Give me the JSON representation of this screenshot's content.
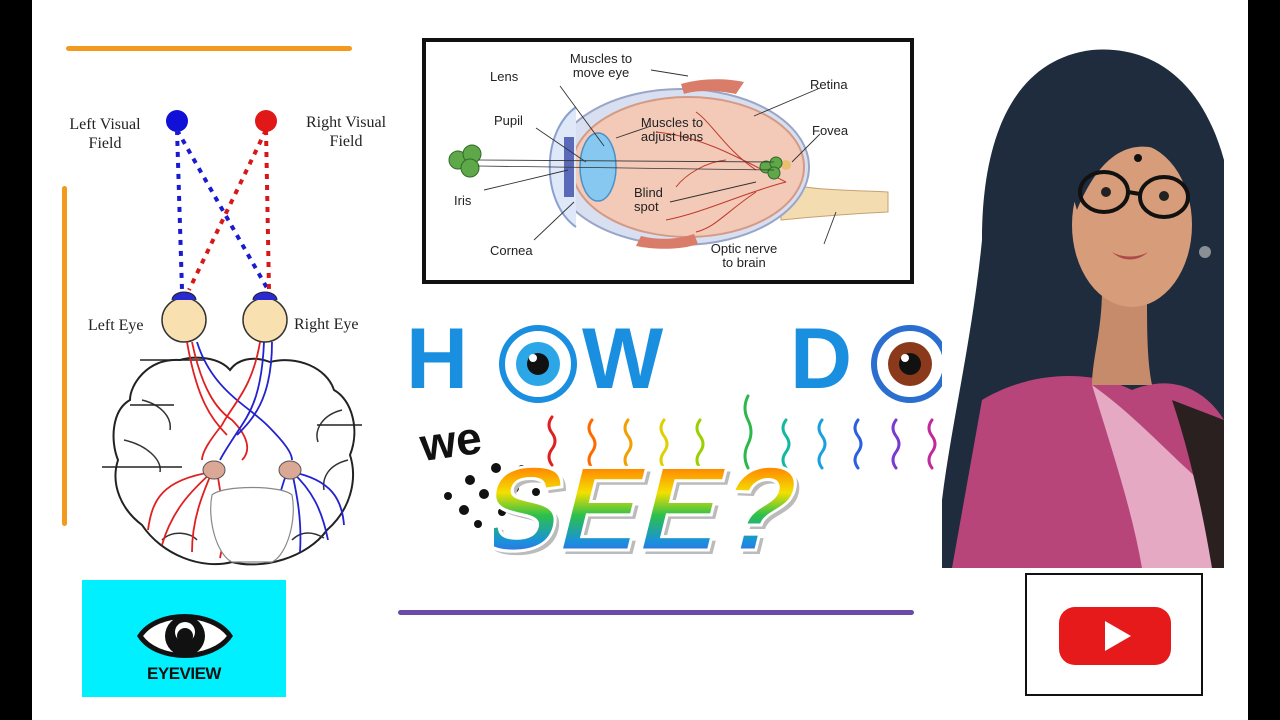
{
  "visual_pathway": {
    "left_field": "Left Visual\nField",
    "right_field": "Right Visual\nField",
    "left_eye": "Left Eye",
    "right_eye": "Right Eye"
  },
  "eye_anatomy": {
    "muscles_move": "Muscles to\nmove eye",
    "lens": "Lens",
    "retina": "Retina",
    "pupil": "Pupil",
    "muscles_adjust": "Muscles to\nadjust lens",
    "fovea": "Fovea",
    "iris": "Iris",
    "blind_spot": "Blind\nspot",
    "cornea": "Cornea",
    "optic_nerve": "Optic nerve\nto brain"
  },
  "title": {
    "line1_a": "H",
    "line1_b": "W",
    "line1_c": "D",
    "we": "we",
    "see": "SEE?"
  },
  "logo": {
    "name": "EYEVIEW",
    "bg": "#00f0ff"
  },
  "youtube": {
    "icon": "youtube-play-icon",
    "color": "#e61a1a"
  },
  "colors": {
    "accent_orange": "#f39a1e",
    "accent_purple": "#6b4aa8",
    "title_blue": "#1a8fe0"
  }
}
